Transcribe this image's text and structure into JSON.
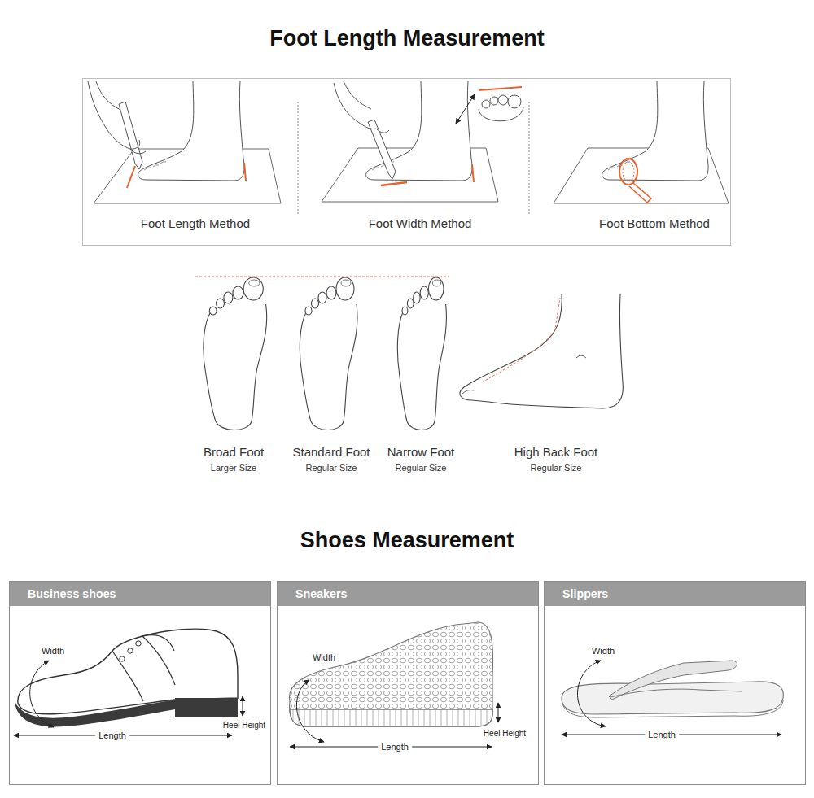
{
  "diagram": {
    "title": "Foot Length Measurement",
    "nodes": [
      {
        "text": [
          "Foot Length Method",
          "Foot Width Method",
          "Foot Bottom Method"
        ]
      },
      {
        "text": [
          "Business shoes"
        ]
      },
      {
        "text": [
          "Sneakers"
        ]
      },
      {
        "text": [
          "Slippers"
        ]
      }
    ],
    "labels": [
      "Shoes Measurement",
      "Broad Foot",
      "Larger Size",
      "Standard Foot",
      "Regular Size",
      "Narrow Foot",
      "Regular Size",
      "High Back Foot",
      "Regular Size",
      "Width",
      "Heel Height",
      "Length",
      "Width",
      "Heel Height",
      "Length",
      "Width",
      "Length"
    ]
  }
}
